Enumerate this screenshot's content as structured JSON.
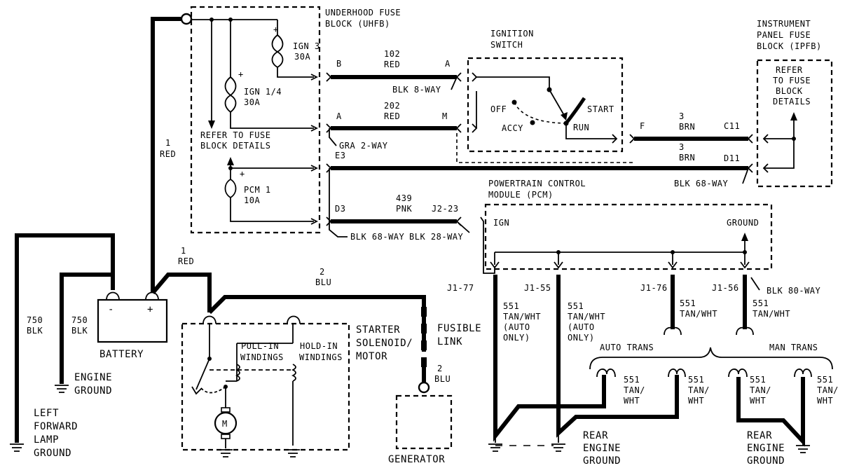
{
  "uhfb": {
    "line1": "UNDERHOOD FUSE",
    "line2": "BLOCK (UHFB)"
  },
  "ign3_fuse": {
    "name": "IGN 3",
    "rating": "30A"
  },
  "ign14_fuse": {
    "name": "IGN 1/4",
    "rating": "30A"
  },
  "pcm1_fuse": {
    "name": "PCM 1",
    "rating": "10A"
  },
  "uhfb_refer": {
    "line1": "REFER TO FUSE",
    "line2": "BLOCK DETAILS"
  },
  "ignition_switch": {
    "line1": "IGNITION",
    "line2": "SWITCH",
    "off": "OFF",
    "accy": "ACCY",
    "run": "RUN",
    "start": "START"
  },
  "ipfb": {
    "line1": "INSTRUMENT",
    "line2": "PANEL FUSE",
    "line3": "BLOCK (IPFB)",
    "refer1": "REFER",
    "refer2": "TO FUSE",
    "refer3": "BLOCK",
    "refer4": "DETAILS"
  },
  "wire_102": {
    "number": "102",
    "color": "RED",
    "left_pin": "B",
    "right_pin": "A"
  },
  "wire_202": {
    "number": "202",
    "color": "RED",
    "left_pin": "A",
    "right_pin": "M"
  },
  "wire_3a": {
    "number": "3",
    "color": "BRN",
    "left_pin": "F",
    "right_pin": "C11"
  },
  "wire_3b": {
    "number": "3",
    "color": "BRN",
    "left_pin": "E3",
    "right_pin": "D11"
  },
  "wire_439": {
    "number": "439",
    "color": "PNK",
    "left_pin": "D3",
    "right_pin": "J2-23"
  },
  "connectors": {
    "blk8": "BLK 8-WAY",
    "gra2": "GRA 2-WAY",
    "blk68_top": "BLK 68-WAY",
    "blk68_bottom": "BLK 68-WAY",
    "blk28": "BLK 28-WAY",
    "blk80": "BLK 80-WAY"
  },
  "pcm": {
    "line1": "POWERTRAIN CONTROL",
    "line2": "MODULE (PCM)",
    "ign": "IGN",
    "ground": "GROUND"
  },
  "pcm_pins": {
    "j1_77": "J1-77",
    "j1_55": "J1-55",
    "j1_76": "J1-76",
    "j1_56": "J1-56"
  },
  "wire_551": {
    "num": "551",
    "color": "TAN/WHT",
    "auto1": "(AUTO",
    "auto2": "ONLY)",
    "split_color1": "TAN/",
    "split_color2": "WHT"
  },
  "trans": {
    "auto": "AUTO TRANS",
    "man": "MAN TRANS"
  },
  "battery_cable": {
    "number": "1",
    "color": "RED"
  },
  "battery": {
    "label": "BATTERY",
    "minus": "-",
    "plus": "+"
  },
  "ground_cable_750": {
    "number": "750",
    "color": "BLK"
  },
  "engine_ground": {
    "line1": "ENGINE",
    "line2": "GROUND"
  },
  "left_lamp_ground": {
    "line1": "LEFT",
    "line2": "FORWARD",
    "line3": "LAMP",
    "line4": "GROUND"
  },
  "starter": {
    "pull_in1": "PULL-IN",
    "pull_in2": "WINDINGS",
    "hold_in1": "HOLD-IN",
    "hold_in2": "WINDINGS",
    "line1": "STARTER",
    "line2": "SOLENOID/",
    "line3": "MOTOR",
    "motor": "M"
  },
  "wire_2": {
    "number": "2",
    "color": "BLU"
  },
  "fusible_link": {
    "line1": "FUSIBLE",
    "line2": "LINK"
  },
  "generator": {
    "label": "GENERATOR"
  },
  "rear_ground": {
    "line1": "REAR",
    "line2": "ENGINE",
    "line3": "GROUND"
  }
}
